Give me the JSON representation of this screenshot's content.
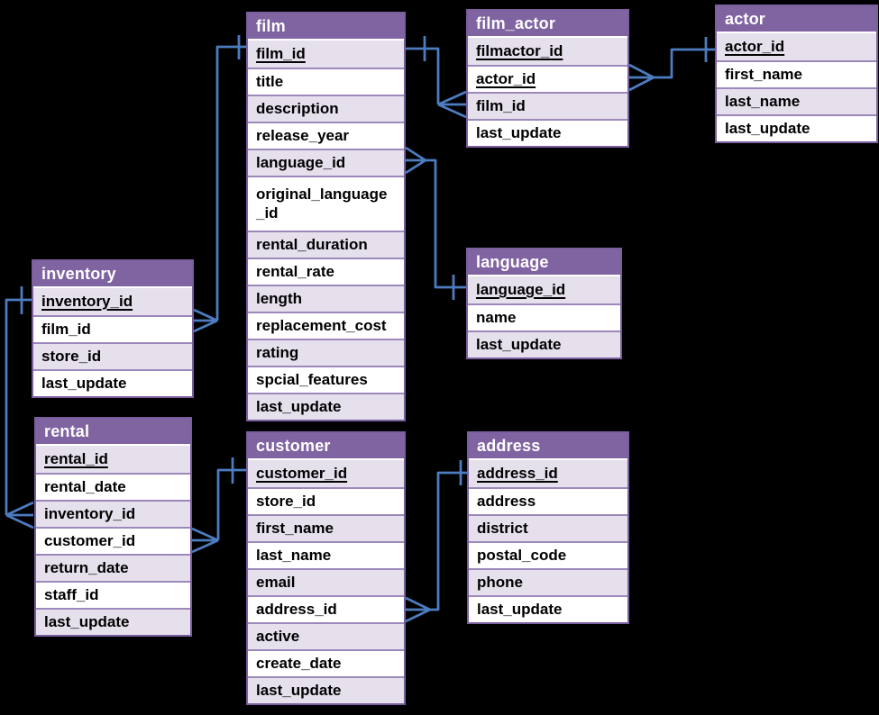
{
  "diagram": {
    "colors": {
      "background": "#000000",
      "table_header": "#8064A2",
      "row_shaded": "#E5E0EC",
      "row_plain": "#FFFFFF",
      "table_border": "#7A5E9E",
      "row_divider": "#9C88BB",
      "connector": "#4C7CBF",
      "header_text": "#FFFFFF",
      "row_text": "#000000"
    },
    "tables": [
      {
        "name": "film",
        "columns": [
          {
            "label": "film_id",
            "pk": true
          },
          {
            "label": "title"
          },
          {
            "label": "description"
          },
          {
            "label": "release_year"
          },
          {
            "label": "language_id"
          },
          {
            "label": "original_language_id",
            "tall": true
          },
          {
            "label": "rental_duration"
          },
          {
            "label": "rental_rate"
          },
          {
            "label": "length"
          },
          {
            "label": "replacement_cost"
          },
          {
            "label": "rating"
          },
          {
            "label": "spcial_features"
          },
          {
            "label": "last_update"
          }
        ]
      },
      {
        "name": "film_actor",
        "columns": [
          {
            "label": "filmactor_id",
            "pk": true
          },
          {
            "label": "actor_id",
            "pk": true
          },
          {
            "label": "film_id"
          },
          {
            "label": "last_update"
          }
        ]
      },
      {
        "name": "actor",
        "columns": [
          {
            "label": "actor_id",
            "pk": true
          },
          {
            "label": "first_name"
          },
          {
            "label": "last_name"
          },
          {
            "label": "last_update"
          }
        ]
      },
      {
        "name": "inventory",
        "columns": [
          {
            "label": "inventory_id",
            "pk": true
          },
          {
            "label": "film_id"
          },
          {
            "label": "store_id"
          },
          {
            "label": "last_update"
          }
        ]
      },
      {
        "name": "language",
        "columns": [
          {
            "label": "language_id",
            "pk": true
          },
          {
            "label": "name"
          },
          {
            "label": "last_update"
          }
        ]
      },
      {
        "name": "rental",
        "columns": [
          {
            "label": "rental_id",
            "pk": true
          },
          {
            "label": "rental_date"
          },
          {
            "label": "inventory_id"
          },
          {
            "label": "customer_id"
          },
          {
            "label": "return_date"
          },
          {
            "label": "staff_id"
          },
          {
            "label": "last_update"
          }
        ]
      },
      {
        "name": "customer",
        "columns": [
          {
            "label": "customer_id",
            "pk": true
          },
          {
            "label": "store_id"
          },
          {
            "label": "first_name"
          },
          {
            "label": "last_name"
          },
          {
            "label": "email"
          },
          {
            "label": "address_id"
          },
          {
            "label": "active"
          },
          {
            "label": "create_date"
          },
          {
            "label": "last_update"
          }
        ]
      },
      {
        "name": "address",
        "columns": [
          {
            "label": "address_id",
            "pk": true
          },
          {
            "label": "address"
          },
          {
            "label": "district"
          },
          {
            "label": "postal_code"
          },
          {
            "label": "phone"
          },
          {
            "label": "last_update"
          }
        ]
      }
    ],
    "relationships": [
      {
        "one": "film.film_id",
        "many": "inventory.film_id"
      },
      {
        "one": "film.film_id",
        "many": "film_actor.film_id"
      },
      {
        "one": "language.language_id",
        "many": "film.language_id"
      },
      {
        "one": "actor.actor_id",
        "many": "film_actor.actor_id"
      },
      {
        "one": "inventory.inventory_id",
        "many": "rental.inventory_id"
      },
      {
        "one": "customer.customer_id",
        "many": "rental.customer_id"
      },
      {
        "one": "address.address_id",
        "many": "customer.address_id"
      }
    ]
  }
}
